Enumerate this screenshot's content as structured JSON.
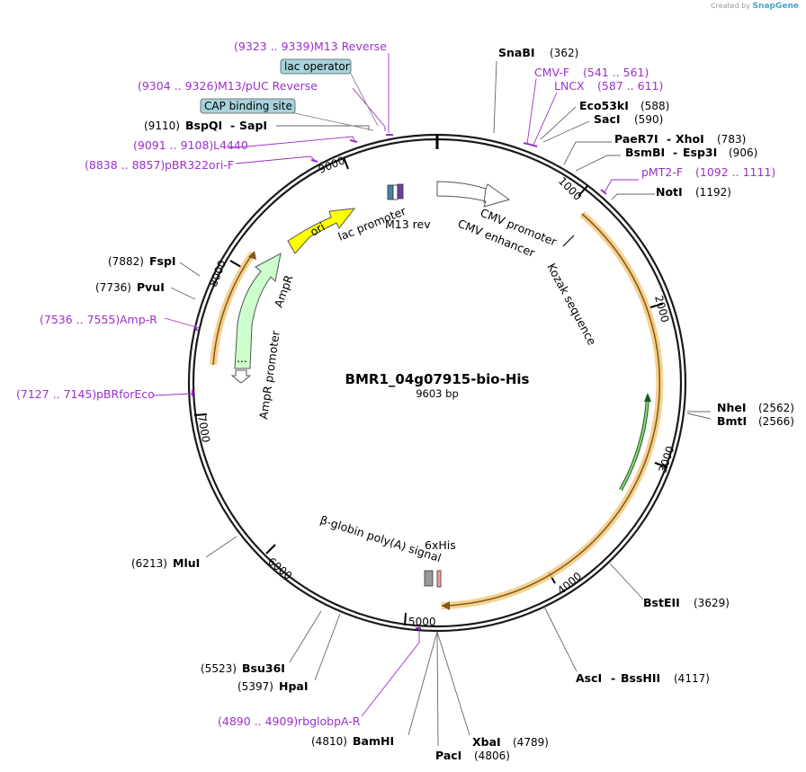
{
  "credit": {
    "prefix": "Created by",
    "brand": "SnapGene"
  },
  "plasmid": {
    "name": "BMR1_04g07915-bio-His",
    "length": "9603 bp"
  },
  "ticks": [
    "1000",
    "2000",
    "3000",
    "4000",
    "5000",
    "6000",
    "7000",
    "8000",
    "9000"
  ],
  "enzymes": [
    {
      "name": "SnaBI",
      "pos": "(362)"
    },
    {
      "name": "Eco53kI",
      "pos": "(588)"
    },
    {
      "name": "SacI",
      "pos": "(590)"
    },
    {
      "name": "PaeR7I",
      "name2": "XhoI",
      "pos": "(783)"
    },
    {
      "name": "BsmBI",
      "name2": "Esp3I",
      "pos": "(906)"
    },
    {
      "name": "NotI",
      "pos": "(1192)"
    },
    {
      "name": "NheI",
      "pos": "(2562)"
    },
    {
      "name": "BmtI",
      "pos": "(2566)"
    },
    {
      "name": "BstEII",
      "pos": "(3629)"
    },
    {
      "name": "AscI",
      "name2": "BssHII",
      "pos": "(4117)"
    },
    {
      "name": "XbaI",
      "pos": "(4789)"
    },
    {
      "name": "PacI",
      "pos": "(4806)"
    },
    {
      "name": "BamHI",
      "pos": "(4810)"
    },
    {
      "name": "HpaI",
      "pos": "(5397)"
    },
    {
      "name": "Bsu36I",
      "pos": "(5523)"
    },
    {
      "name": "MluI",
      "pos": "(6213)"
    },
    {
      "name": "PvuI",
      "pos": "(7736)"
    },
    {
      "name": "FspI",
      "pos": "(7882)"
    },
    {
      "name": "BspQI",
      "name2": "SapI",
      "pos": "(9110)"
    }
  ],
  "primers": [
    {
      "name": "M13 Reverse",
      "range": "(9323 .. 9339)"
    },
    {
      "name": "M13/pUC Reverse",
      "range": "(9304 .. 9326)"
    },
    {
      "name": "L4440",
      "range": "(9091 .. 9108)"
    },
    {
      "name": "pBR322ori-F",
      "range": "(8838 .. 8857)"
    },
    {
      "name": "CMV-F",
      "range": "(541 .. 561)"
    },
    {
      "name": "LNCX",
      "range": "(587 .. 611)"
    },
    {
      "name": "pMT2-F",
      "range": "(1092 .. 1111)"
    },
    {
      "name": "Amp-R",
      "range": "(7536 .. 7555)"
    },
    {
      "name": "pBRforEco",
      "range": "(7127 .. 7145)"
    },
    {
      "name": "rbglobpA-R",
      "range": "(4890 .. 4909)"
    }
  ],
  "boxed_features": [
    {
      "name": "lac operator"
    },
    {
      "name": "CAP binding site"
    }
  ],
  "features": {
    "lac_promoter": "lac promoter",
    "m13_rev": "M13 rev",
    "cmv_promoter": "CMV promoter",
    "cmv_enhancer": "CMV enhancer",
    "kozak": "Kozak sequence",
    "ori": "ori",
    "ampr": "AmpR",
    "ampr_promoter": "AmpR promoter",
    "bglobin": "β-globin poly(A) signal",
    "his": "6xHis"
  },
  "colors": {
    "primer": "#9b30c8",
    "ori": "#ffff00",
    "ampr": "#ccffcc",
    "orf": "#f5c87a",
    "boxed": "#a7d3db",
    "ring": "#1a1a1a"
  }
}
